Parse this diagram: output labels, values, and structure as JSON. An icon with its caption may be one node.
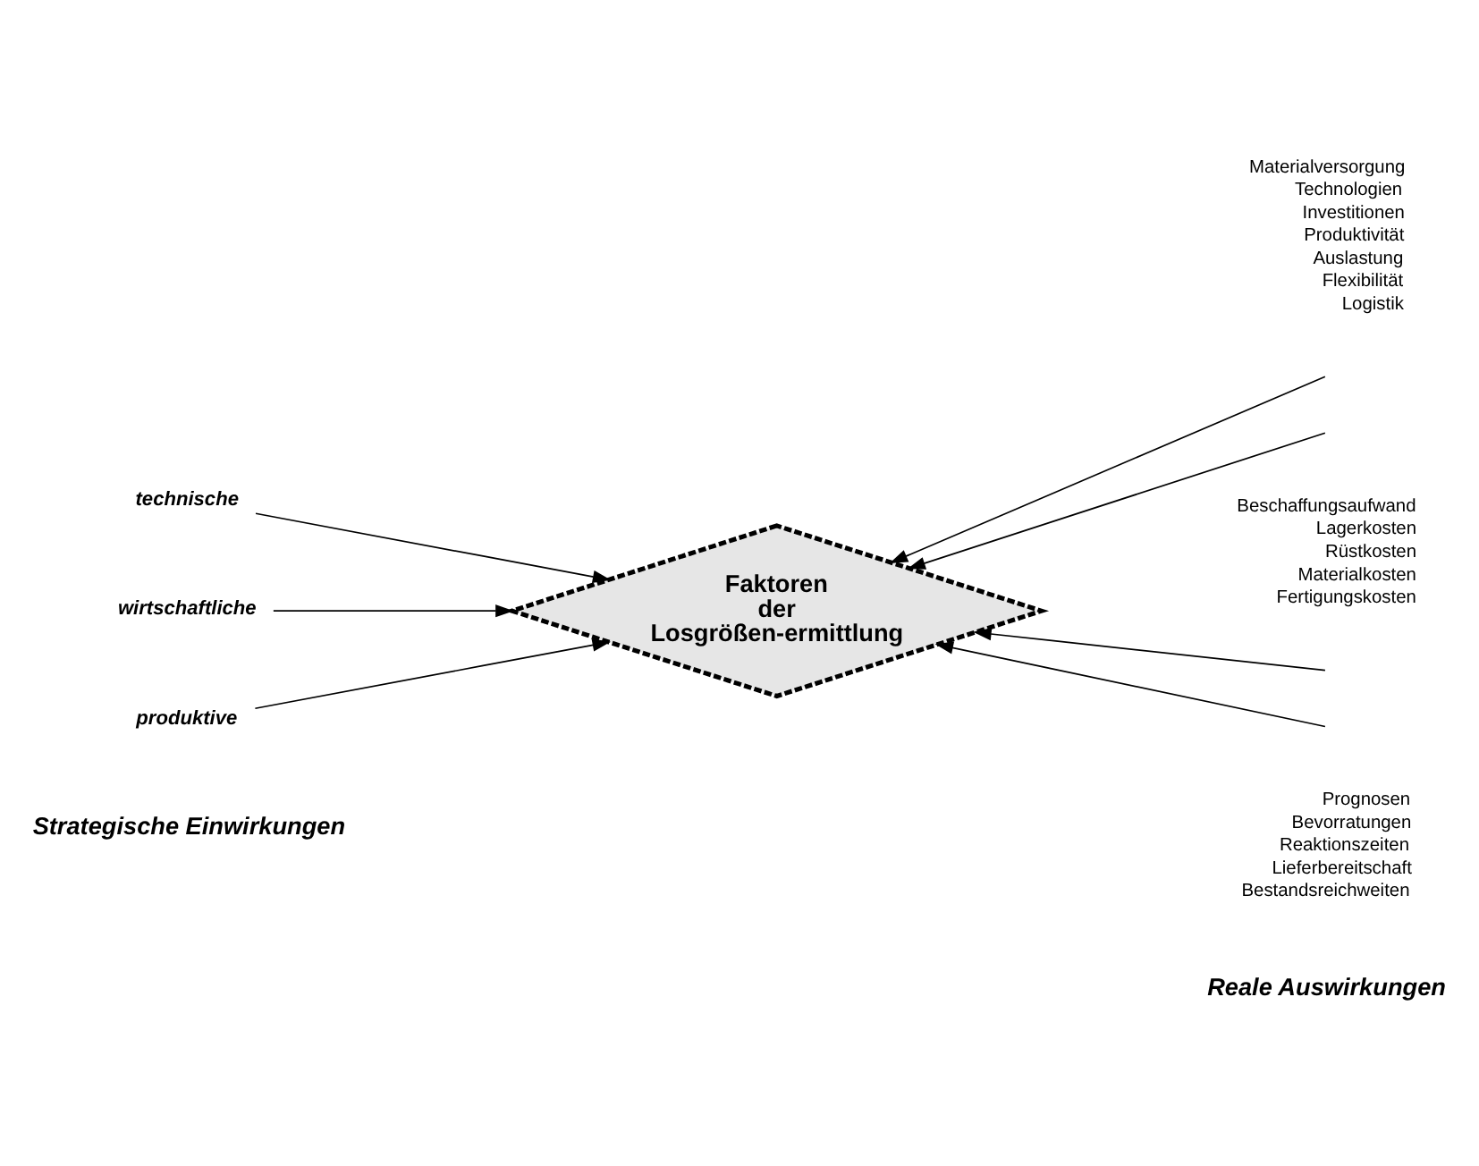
{
  "diagram": {
    "nodes": [
      {
        "text": [
          "Faktoren der Losgrößen-ermittlung"
        ]
      },
      {
        "text": [
          "technische"
        ]
      },
      {
        "text": [
          "wirtschaftliche"
        ]
      },
      {
        "text": [
          "produktive"
        ]
      }
    ],
    "edges": [
      {
        "from": 1,
        "to": 0,
        "arrow": "to"
      },
      {
        "from": 2,
        "to": 0,
        "arrow": "to"
      },
      {
        "from": 3,
        "to": 0,
        "arrow": "to"
      },
      {
        "from": null,
        "to": 0,
        "arrow": "to"
      },
      {
        "from": null,
        "to": 0,
        "arrow": "to"
      },
      {
        "from": null,
        "to": 0,
        "arrow": "to"
      },
      {
        "from": null,
        "to": 0,
        "arrow": "to"
      }
    ],
    "labels": [
      "Materialversorgung",
      "Technologien",
      "Investitionen",
      "Produktivität",
      "Auslastung",
      "Flexibilität",
      "Logistik",
      "Beschaffungsaufwand",
      "Lagerkosten",
      "Rüstkosten",
      "Materialkosten",
      "Fertigungskosten",
      "Prognosen",
      "Bevorratungen",
      "Reaktionszeiten",
      "Lieferbereitschaft",
      "Bestandsreichweiten",
      "Strategische Einwirkungen",
      "Reale Auswirkungen"
    ]
  }
}
